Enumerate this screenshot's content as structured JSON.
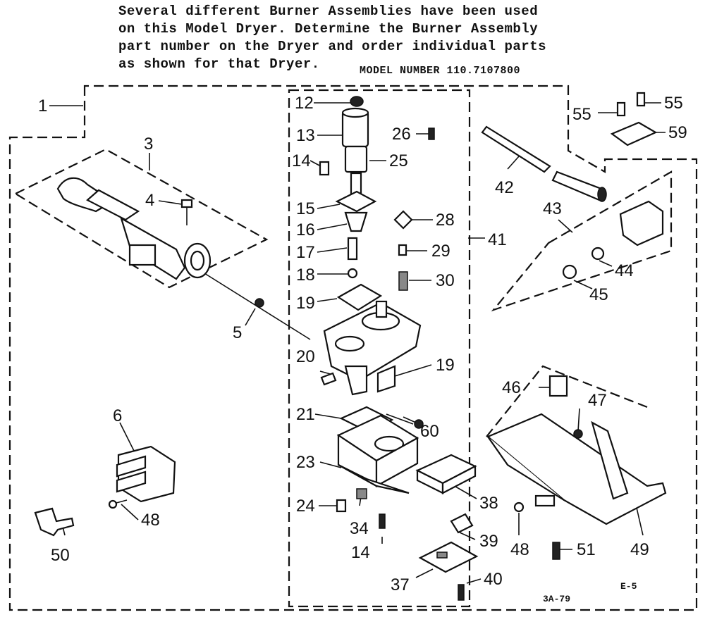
{
  "header": {
    "note_lines": [
      "Several different Burner Assemblies have been used",
      "on this Model Dryer.  Determine the Burner Assembly",
      "part number on the Dryer and order individual parts",
      "as shown for that Dryer."
    ],
    "model_number": "MODEL NUMBER 110.7107800"
  },
  "callouts": {
    "c1": "1",
    "c3": "3",
    "c4": "4",
    "c5": "5",
    "c6": "6",
    "c12": "12",
    "c13": "13",
    "c14a": "14",
    "c14b": "14",
    "c15": "15",
    "c16": "16",
    "c17": "17",
    "c18": "18",
    "c19a": "19",
    "c19b": "19",
    "c20": "20",
    "c21": "21",
    "c23": "23",
    "c24": "24",
    "c25": "25",
    "c26": "26",
    "c28": "28",
    "c29": "29",
    "c30": "30",
    "c34": "34",
    "c37": "37",
    "c38": "38",
    "c39": "39",
    "c40": "40",
    "c41": "41",
    "c42": "42",
    "c43": "43",
    "c44": "44",
    "c45": "45",
    "c46": "46",
    "c47": "47",
    "c48a": "48",
    "c48b": "48",
    "c49": "49",
    "c50": "50",
    "c51": "51",
    "c55a": "55",
    "c55b": "55",
    "c59": "59",
    "c60": "60"
  },
  "footer": {
    "page_code": "E-5",
    "date_code": "3A-79"
  }
}
